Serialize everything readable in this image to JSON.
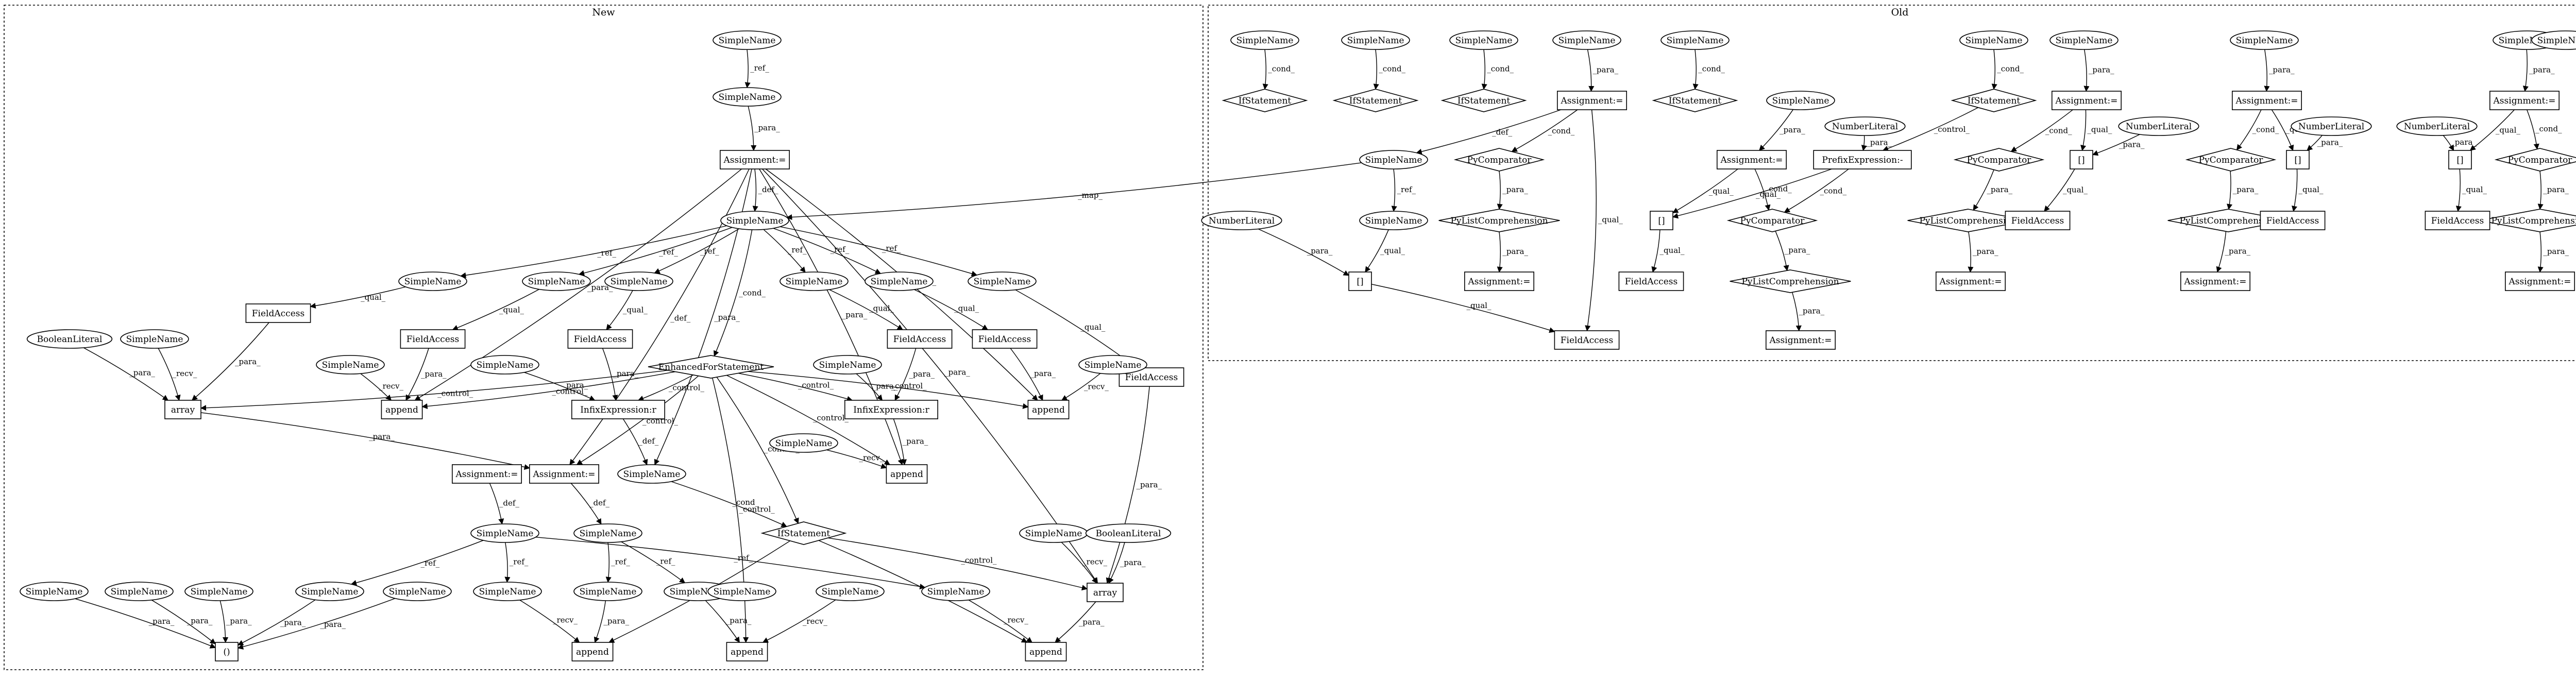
{
  "clusters": [
    {
      "id": "new",
      "label": "New"
    },
    {
      "id": "old",
      "label": "Old"
    }
  ],
  "nodes": [
    {
      "id": "n_sn1",
      "label": "SimpleName",
      "shape": "ellipse"
    },
    {
      "id": "n_sn2",
      "label": "SimpleName",
      "shape": "ellipse"
    },
    {
      "id": "n_asg1",
      "label": "Assignment:=",
      "shape": "box"
    },
    {
      "id": "n_sn_main",
      "label": "SimpleName",
      "shape": "ellipse"
    },
    {
      "id": "n_sn_r1",
      "label": "SimpleName",
      "shape": "ellipse"
    },
    {
      "id": "n_sn_r2",
      "label": "SimpleName",
      "shape": "ellipse"
    },
    {
      "id": "n_sn_r3",
      "label": "SimpleName",
      "shape": "ellipse"
    },
    {
      "id": "n_sn_r4",
      "label": "SimpleName",
      "shape": "ellipse"
    },
    {
      "id": "n_sn_r5",
      "label": "SimpleName",
      "shape": "ellipse"
    },
    {
      "id": "n_sn_r6",
      "label": "SimpleName",
      "shape": "ellipse"
    },
    {
      "id": "n_fa1",
      "label": "FieldAccess",
      "shape": "box"
    },
    {
      "id": "n_fa2",
      "label": "FieldAccess",
      "shape": "box"
    },
    {
      "id": "n_fa3",
      "label": "FieldAccess",
      "shape": "box"
    },
    {
      "id": "n_fa4",
      "label": "FieldAccess",
      "shape": "box"
    },
    {
      "id": "n_fa5",
      "label": "FieldAccess",
      "shape": "box"
    },
    {
      "id": "n_fa6",
      "label": "FieldAccess",
      "shape": "box"
    },
    {
      "id": "n_bool1",
      "label": "BooleanLiteral",
      "shape": "ellipse"
    },
    {
      "id": "n_sn_a1",
      "label": "SimpleName",
      "shape": "ellipse"
    },
    {
      "id": "n_sn_a2",
      "label": "SimpleName",
      "shape": "ellipse"
    },
    {
      "id": "n_sn_a3",
      "label": "SimpleName",
      "shape": "ellipse"
    },
    {
      "id": "n_sn_a4",
      "label": "SimpleName",
      "shape": "ellipse"
    },
    {
      "id": "n_sn_a5",
      "label": "SimpleName",
      "shape": "ellipse"
    },
    {
      "id": "n_efs",
      "label": "EnhancedForStatement",
      "shape": "diamond"
    },
    {
      "id": "n_arr1",
      "label": "array",
      "shape": "box"
    },
    {
      "id": "n_app1",
      "label": "append",
      "shape": "box"
    },
    {
      "id": "n_infx1",
      "label": "InfixExpression:r",
      "shape": "box"
    },
    {
      "id": "n_infx2",
      "label": "InfixExpression:r",
      "shape": "box"
    },
    {
      "id": "n_app2",
      "label": "append",
      "shape": "box"
    },
    {
      "id": "n_sn_a6",
      "label": "SimpleName",
      "shape": "ellipse"
    },
    {
      "id": "n_app3",
      "label": "append",
      "shape": "box"
    },
    {
      "id": "n_asg2",
      "label": "Assignment:=",
      "shape": "box"
    },
    {
      "id": "n_asg3",
      "label": "Assignment:=",
      "shape": "box"
    },
    {
      "id": "n_sn_def",
      "label": "SimpleName",
      "shape": "ellipse"
    },
    {
      "id": "n_if1",
      "label": "IfStatement",
      "shape": "diamond"
    },
    {
      "id": "n_sn_b1",
      "label": "SimpleName",
      "shape": "ellipse"
    },
    {
      "id": "n_sn_b2",
      "label": "SimpleName",
      "shape": "ellipse"
    },
    {
      "id": "n_sn_recv",
      "label": "SimpleName",
      "shape": "ellipse"
    },
    {
      "id": "n_bool2",
      "label": "BooleanLiteral",
      "shape": "ellipse"
    },
    {
      "id": "n_arr2",
      "label": "array",
      "shape": "box"
    },
    {
      "id": "n_sn_c1",
      "label": "SimpleName",
      "shape": "ellipse"
    },
    {
      "id": "n_sn_c2",
      "label": "SimpleName",
      "shape": "ellipse"
    },
    {
      "id": "n_sn_c3",
      "label": "SimpleName",
      "shape": "ellipse"
    },
    {
      "id": "n_sn_c4",
      "label": "SimpleName",
      "shape": "ellipse"
    },
    {
      "id": "n_sn_c5",
      "label": "SimpleName",
      "shape": "ellipse"
    },
    {
      "id": "n_sn_c6",
      "label": "SimpleName",
      "shape": "ellipse"
    },
    {
      "id": "n_sn_c7",
      "label": "SimpleName",
      "shape": "ellipse"
    },
    {
      "id": "n_sn_c8",
      "label": "SimpleName",
      "shape": "ellipse"
    },
    {
      "id": "n_sn_c9",
      "label": "SimpleName",
      "shape": "ellipse"
    },
    {
      "id": "n_sn_c10",
      "label": "SimpleName",
      "shape": "ellipse"
    },
    {
      "id": "n_sn_c11",
      "label": "SimpleName",
      "shape": "ellipse"
    },
    {
      "id": "n_tuple",
      "label": "()",
      "shape": "box"
    },
    {
      "id": "n_app4",
      "label": "append",
      "shape": "box"
    },
    {
      "id": "n_app5",
      "label": "append",
      "shape": "box"
    },
    {
      "id": "n_app6",
      "label": "append",
      "shape": "box"
    },
    {
      "id": "o_sn1",
      "label": "SimpleName",
      "shape": "ellipse"
    },
    {
      "id": "o_sn2",
      "label": "SimpleName",
      "shape": "ellipse"
    },
    {
      "id": "o_sn3",
      "label": "SimpleName",
      "shape": "ellipse"
    },
    {
      "id": "o_sn4",
      "label": "SimpleName",
      "shape": "ellipse"
    },
    {
      "id": "o_sn5",
      "label": "SimpleName",
      "shape": "ellipse"
    },
    {
      "id": "o_sn6",
      "label": "SimpleName",
      "shape": "ellipse"
    },
    {
      "id": "o_sn7",
      "label": "SimpleName",
      "shape": "ellipse"
    },
    {
      "id": "o_sn8",
      "label": "SimpleName",
      "shape": "ellipse"
    },
    {
      "id": "o_sn9",
      "label": "SimpleName",
      "shape": "ellipse"
    },
    {
      "id": "o_sn10",
      "label": "SimpleName",
      "shape": "ellipse"
    },
    {
      "id": "o_if1",
      "label": "IfStatement",
      "shape": "diamond"
    },
    {
      "id": "o_if2",
      "label": "IfStatement",
      "shape": "diamond"
    },
    {
      "id": "o_if3",
      "label": "IfStatement",
      "shape": "diamond"
    },
    {
      "id": "o_if4",
      "label": "IfStatement",
      "shape": "diamond"
    },
    {
      "id": "o_if5",
      "label": "IfStatement",
      "shape": "diamond"
    },
    {
      "id": "o_asg1",
      "label": "Assignment:=",
      "shape": "box"
    },
    {
      "id": "o_asg2",
      "label": "Assignment:=",
      "shape": "box"
    },
    {
      "id": "o_asg3",
      "label": "Assignment:=",
      "shape": "box"
    },
    {
      "id": "o_asg4",
      "label": "Assignment:=",
      "shape": "box"
    },
    {
      "id": "o_asg5",
      "label": "Assignment:=",
      "shape": "box"
    },
    {
      "id": "o_sn_def",
      "label": "SimpleName",
      "shape": "ellipse"
    },
    {
      "id": "o_sn_ref",
      "label": "SimpleName",
      "shape": "ellipse"
    },
    {
      "id": "o_sn11",
      "label": "SimpleName",
      "shape": "ellipse"
    },
    {
      "id": "o_nl1",
      "label": "NumberLiteral",
      "shape": "ellipse"
    },
    {
      "id": "o_nl2",
      "label": "NumberLiteral",
      "shape": "ellipse"
    },
    {
      "id": "o_nl3",
      "label": "NumberLiteral",
      "shape": "ellipse"
    },
    {
      "id": "o_nl4",
      "label": "NumberLiteral",
      "shape": "ellipse"
    },
    {
      "id": "o_nl5",
      "label": "NumberLiteral",
      "shape": "ellipse"
    },
    {
      "id": "o_pyc1",
      "label": "PyComparator",
      "shape": "diamond"
    },
    {
      "id": "o_pyc2",
      "label": "PyComparator",
      "shape": "diamond"
    },
    {
      "id": "o_pyc3",
      "label": "PyComparator",
      "shape": "diamond"
    },
    {
      "id": "o_pyc4",
      "label": "PyComparator",
      "shape": "diamond"
    },
    {
      "id": "o_pyc5",
      "label": "PyComparator",
      "shape": "diamond"
    },
    {
      "id": "o_pfx",
      "label": "PrefixExpression:-",
      "shape": "box"
    },
    {
      "id": "o_br1",
      "label": "[]",
      "shape": "box"
    },
    {
      "id": "o_br2",
      "label": "[]",
      "shape": "box"
    },
    {
      "id": "o_br3",
      "label": "[]",
      "shape": "box"
    },
    {
      "id": "o_br4",
      "label": "[]",
      "shape": "box"
    },
    {
      "id": "o_br5",
      "label": "[]",
      "shape": "box"
    },
    {
      "id": "o_plc1",
      "label": "PyListComprehension",
      "shape": "diamond"
    },
    {
      "id": "o_plc2",
      "label": "PyListComprehension",
      "shape": "diamond"
    },
    {
      "id": "o_plc3",
      "label": "PyListComprehension",
      "shape": "diamond"
    },
    {
      "id": "o_plc4",
      "label": "PyListComprehension",
      "shape": "diamond"
    },
    {
      "id": "o_plc5",
      "label": "PyListComprehension",
      "shape": "diamond"
    },
    {
      "id": "o_fa1",
      "label": "FieldAccess",
      "shape": "box"
    },
    {
      "id": "o_fa2",
      "label": "FieldAccess",
      "shape": "box"
    },
    {
      "id": "o_fa3",
      "label": "FieldAccess",
      "shape": "box"
    },
    {
      "id": "o_fa4",
      "label": "FieldAccess",
      "shape": "box"
    },
    {
      "id": "o_fa5",
      "label": "FieldAccess",
      "shape": "box"
    },
    {
      "id": "o_asg6",
      "label": "Assignment:=",
      "shape": "box"
    },
    {
      "id": "o_asg7",
      "label": "Assignment:=",
      "shape": "box"
    },
    {
      "id": "o_asg8",
      "label": "Assignment:=",
      "shape": "box"
    },
    {
      "id": "o_asg9",
      "label": "Assignment:=",
      "shape": "box"
    },
    {
      "id": "o_asg10",
      "label": "Assignment:=",
      "shape": "box"
    }
  ],
  "edges": [
    {
      "from": "n_sn1",
      "to": "n_sn2",
      "label": "_ref_"
    },
    {
      "from": "n_sn2",
      "to": "n_asg1",
      "label": "_para_"
    },
    {
      "from": "n_asg1",
      "to": "n_sn_main",
      "label": "_def_"
    },
    {
      "from": "n_asg1",
      "to": "n_asg3",
      "label": "_def_"
    },
    {
      "from": "n_asg1",
      "to": "n_app1",
      "label": "_para_"
    },
    {
      "from": "n_asg1",
      "to": "n_app2",
      "label": "_para_"
    },
    {
      "from": "n_asg1",
      "to": "n_app3",
      "label": "_para_"
    },
    {
      "from": "n_asg1",
      "to": "n_arr2",
      "label": "_para_"
    },
    {
      "from": "n_asg1",
      "to": "n_sn_def",
      "label": "_para_"
    },
    {
      "from": "n_sn_main",
      "to": "n_sn_r1",
      "label": "_ref_"
    },
    {
      "from": "n_sn_main",
      "to": "n_sn_r2",
      "label": "_ref_"
    },
    {
      "from": "n_sn_main",
      "to": "n_sn_r3",
      "label": "_ref_"
    },
    {
      "from": "n_sn_main",
      "to": "n_sn_r4",
      "label": "_ref_"
    },
    {
      "from": "n_sn_main",
      "to": "n_sn_r5",
      "label": "_ref_"
    },
    {
      "from": "n_sn_main",
      "to": "n_sn_r6",
      "label": "_ref_"
    },
    {
      "from": "n_sn_main",
      "to": "n_efs",
      "label": "_cond_"
    },
    {
      "from": "n_sn_r1",
      "to": "n_fa1",
      "label": "_qual_"
    },
    {
      "from": "n_sn_r2",
      "to": "n_fa2",
      "label": "_qual_"
    },
    {
      "from": "n_sn_r3",
      "to": "n_fa3",
      "label": "_qual_"
    },
    {
      "from": "n_sn_r4",
      "to": "n_fa4",
      "label": "_qual_"
    },
    {
      "from": "n_sn_r5",
      "to": "n_fa5",
      "label": "_qual_"
    },
    {
      "from": "n_sn_r6",
      "to": "n_fa6",
      "label": "_qual_"
    },
    {
      "from": "n_bool1",
      "to": "n_arr1",
      "label": "_para_"
    },
    {
      "from": "n_sn_a1",
      "to": "n_arr1",
      "label": "_recv_"
    },
    {
      "from": "n_fa1",
      "to": "n_arr1",
      "label": "_para_"
    },
    {
      "from": "n_fa2",
      "to": "n_app1",
      "label": "_para_"
    },
    {
      "from": "n_sn_a2",
      "to": "n_app1",
      "label": "_recv_"
    },
    {
      "from": "n_fa3",
      "to": "n_infx1",
      "label": "_para_"
    },
    {
      "from": "n_sn_a3",
      "to": "n_infx1",
      "label": "_para_"
    },
    {
      "from": "n_fa4",
      "to": "n_infx2",
      "label": "_para_"
    },
    {
      "from": "n_sn_a4",
      "to": "n_infx2",
      "label": "_para_"
    },
    {
      "from": "n_fa5",
      "to": "n_app2",
      "label": "_para_"
    },
    {
      "from": "n_sn_a5",
      "to": "n_app2",
      "label": "_recv_"
    },
    {
      "from": "n_fa6",
      "to": "n_arr2",
      "label": "_para_"
    },
    {
      "from": "n_efs",
      "to": "n_arr1",
      "label": "_control_"
    },
    {
      "from": "n_efs",
      "to": "n_app1",
      "label": "_control_"
    },
    {
      "from": "n_efs",
      "to": "n_infx1",
      "label": "_control_"
    },
    {
      "from": "n_efs",
      "to": "n_infx2",
      "label": "_control_"
    },
    {
      "from": "n_efs",
      "to": "n_app2",
      "label": "_control_"
    },
    {
      "from": "n_efs",
      "to": "n_app3",
      "label": "_control_"
    },
    {
      "from": "n_efs",
      "to": "n_asg3",
      "label": "_control_"
    },
    {
      "from": "n_efs",
      "to": "n_if1",
      "label": "_control_"
    },
    {
      "from": "n_efs",
      "to": "n_app5",
      "label": "_control_"
    },
    {
      "from": "n_sn_a6",
      "to": "n_app3",
      "label": "_recv_"
    },
    {
      "from": "n_infx2",
      "to": "n_app3",
      "label": "_para_"
    },
    {
      "from": "n_infx1",
      "to": "n_sn_def",
      "label": "_def_"
    },
    {
      "from": "n_arr1",
      "to": "n_asg3",
      "label": "_para_"
    },
    {
      "from": "n_sn_def",
      "to": "n_if1",
      "label": "_cond_"
    },
    {
      "from": "n_asg2",
      "to": "n_sn_b1",
      "label": "_def_"
    },
    {
      "from": "n_asg3",
      "to": "n_sn_b2",
      "label": "_def_"
    },
    {
      "from": "n_if1",
      "to": "n_app4",
      "label": "_control_"
    },
    {
      "from": "n_if1",
      "to": "n_app6",
      "label": "_control_"
    },
    {
      "from": "n_if1",
      "to": "n_arr2",
      "label": "_control_"
    },
    {
      "from": "n_sn_recv",
      "to": "n_arr2",
      "label": "_recv_"
    },
    {
      "from": "n_bool2",
      "to": "n_arr2",
      "label": "_para_"
    },
    {
      "from": "n_arr2",
      "to": "n_app6",
      "label": "_para_"
    },
    {
      "from": "n_sn_b1",
      "to": "n_sn_c4",
      "label": "_ref_"
    },
    {
      "from": "n_sn_b1",
      "to": "n_sn_c6",
      "label": "_ref_"
    },
    {
      "from": "n_sn_b1",
      "to": "n_sn_c10",
      "label": "_ref_"
    },
    {
      "from": "n_sn_b2",
      "to": "n_sn_c7",
      "label": "_ref_"
    },
    {
      "from": "n_sn_b2",
      "to": "n_sn_c8",
      "label": "_ref_"
    },
    {
      "from": "n_sn_c1",
      "to": "n_tuple",
      "label": "_para_"
    },
    {
      "from": "n_sn_c2",
      "to": "n_tuple",
      "label": "_para_"
    },
    {
      "from": "n_sn_c3",
      "to": "n_tuple",
      "label": "_para_"
    },
    {
      "from": "n_sn_c4",
      "to": "n_tuple",
      "label": "_para_"
    },
    {
      "from": "n_sn_c5",
      "to": "n_tuple",
      "label": "_para_"
    },
    {
      "from": "n_sn_c6",
      "to": "n_app4",
      "label": "_recv_"
    },
    {
      "from": "n_sn_c7",
      "to": "n_app4",
      "label": "_para_"
    },
    {
      "from": "n_sn_c8",
      "to": "n_app5",
      "label": "_para_"
    },
    {
      "from": "n_sn_c9",
      "to": "n_app5",
      "label": "_recv_"
    },
    {
      "from": "n_sn_c10",
      "to": "n_app6",
      "label": "_recv_"
    },
    {
      "from": "o_sn1",
      "to": "o_if1",
      "label": "_cond_"
    },
    {
      "from": "o_sn2",
      "to": "o_if2",
      "label": "_cond_"
    },
    {
      "from": "o_sn3",
      "to": "o_if3",
      "label": "_cond_"
    },
    {
      "from": "o_sn5",
      "to": "o_if4",
      "label": "_cond_"
    },
    {
      "from": "o_sn6",
      "to": "o_if5",
      "label": "_cond_"
    },
    {
      "from": "o_sn4",
      "to": "o_asg1",
      "label": "_para_"
    },
    {
      "from": "o_sn7",
      "to": "o_asg3",
      "label": "_para_"
    },
    {
      "from": "o_sn8",
      "to": "o_asg4",
      "label": "_para_"
    },
    {
      "from": "o_sn9",
      "to": "o_asg5",
      "label": "_para_"
    },
    {
      "from": "o_sn11",
      "to": "o_asg2",
      "label": "_para_"
    },
    {
      "from": "o_asg1",
      "to": "o_sn_def",
      "label": "_def_"
    },
    {
      "from": "o_asg1",
      "to": "o_pyc1",
      "label": "_cond_"
    },
    {
      "from": "o_asg1",
      "to": "o_fa5",
      "label": "_qual_"
    },
    {
      "from": "o_sn_def",
      "to": "o_sn_ref",
      "label": "_ref_"
    },
    {
      "from": "o_sn_def",
      "to": "n_sn_main",
      "label": "_map_"
    },
    {
      "from": "o_sn_ref",
      "to": "o_br5",
      "label": "_qual_"
    },
    {
      "from": "o_nl5",
      "to": "o_br5",
      "label": "_para_"
    },
    {
      "from": "o_br5",
      "to": "o_fa5",
      "label": "_qual_"
    },
    {
      "from": "o_pyc1",
      "to": "o_plc1",
      "label": "_para_"
    },
    {
      "from": "o_plc1",
      "to": "o_asg6",
      "label": "_para_"
    },
    {
      "from": "o_if5",
      "to": "o_pfx",
      "label": "_control_"
    },
    {
      "from": "o_nl1",
      "to": "o_pfx",
      "label": "_para_"
    },
    {
      "from": "o_pfx",
      "to": "o_pyc2",
      "label": "_cond_"
    },
    {
      "from": "o_pfx",
      "to": "o_br1",
      "label": "_qual_"
    },
    {
      "from": "o_asg2",
      "to": "o_br1",
      "label": "_qual_"
    },
    {
      "from": "o_asg2",
      "to": "o_pyc2",
      "label": "_cond_"
    },
    {
      "from": "o_br1",
      "to": "o_fa1",
      "label": "_qual_"
    },
    {
      "from": "o_pyc2",
      "to": "o_plc2",
      "label": "_para_"
    },
    {
      "from": "o_plc2",
      "to": "o_asg7",
      "label": "_para_"
    },
    {
      "from": "o_asg3",
      "to": "o_pyc3",
      "label": "_cond_"
    },
    {
      "from": "o_asg3",
      "to": "o_br2",
      "label": "_qual_"
    },
    {
      "from": "o_nl2",
      "to": "o_br2",
      "label": "_para_"
    },
    {
      "from": "o_br2",
      "to": "o_fa2",
      "label": "_qual_"
    },
    {
      "from": "o_pyc3",
      "to": "o_plc3",
      "label": "_para_"
    },
    {
      "from": "o_plc3",
      "to": "o_asg8",
      "label": "_para_"
    },
    {
      "from": "o_asg4",
      "to": "o_pyc4",
      "label": "_cond_"
    },
    {
      "from": "o_asg4",
      "to": "o_br3",
      "label": "_qual_"
    },
    {
      "from": "o_nl3",
      "to": "o_br3",
      "label": "_para_"
    },
    {
      "from": "o_br3",
      "to": "o_fa3",
      "label": "_qual_"
    },
    {
      "from": "o_pyc4",
      "to": "o_plc4",
      "label": "_para_"
    },
    {
      "from": "o_plc4",
      "to": "o_asg9",
      "label": "_para_"
    },
    {
      "from": "o_asg5",
      "to": "o_pyc5",
      "label": "_cond_"
    },
    {
      "from": "o_asg5",
      "to": "o_br4",
      "label": "_qual_"
    },
    {
      "from": "o_nl4",
      "to": "o_br4",
      "label": "_para_"
    },
    {
      "from": "o_br4",
      "to": "o_fa4",
      "label": "_qual_"
    },
    {
      "from": "o_pyc5",
      "to": "o_plc5",
      "label": "_para_"
    },
    {
      "from": "o_plc5",
      "to": "o_asg10",
      "label": "_para_"
    }
  ]
}
